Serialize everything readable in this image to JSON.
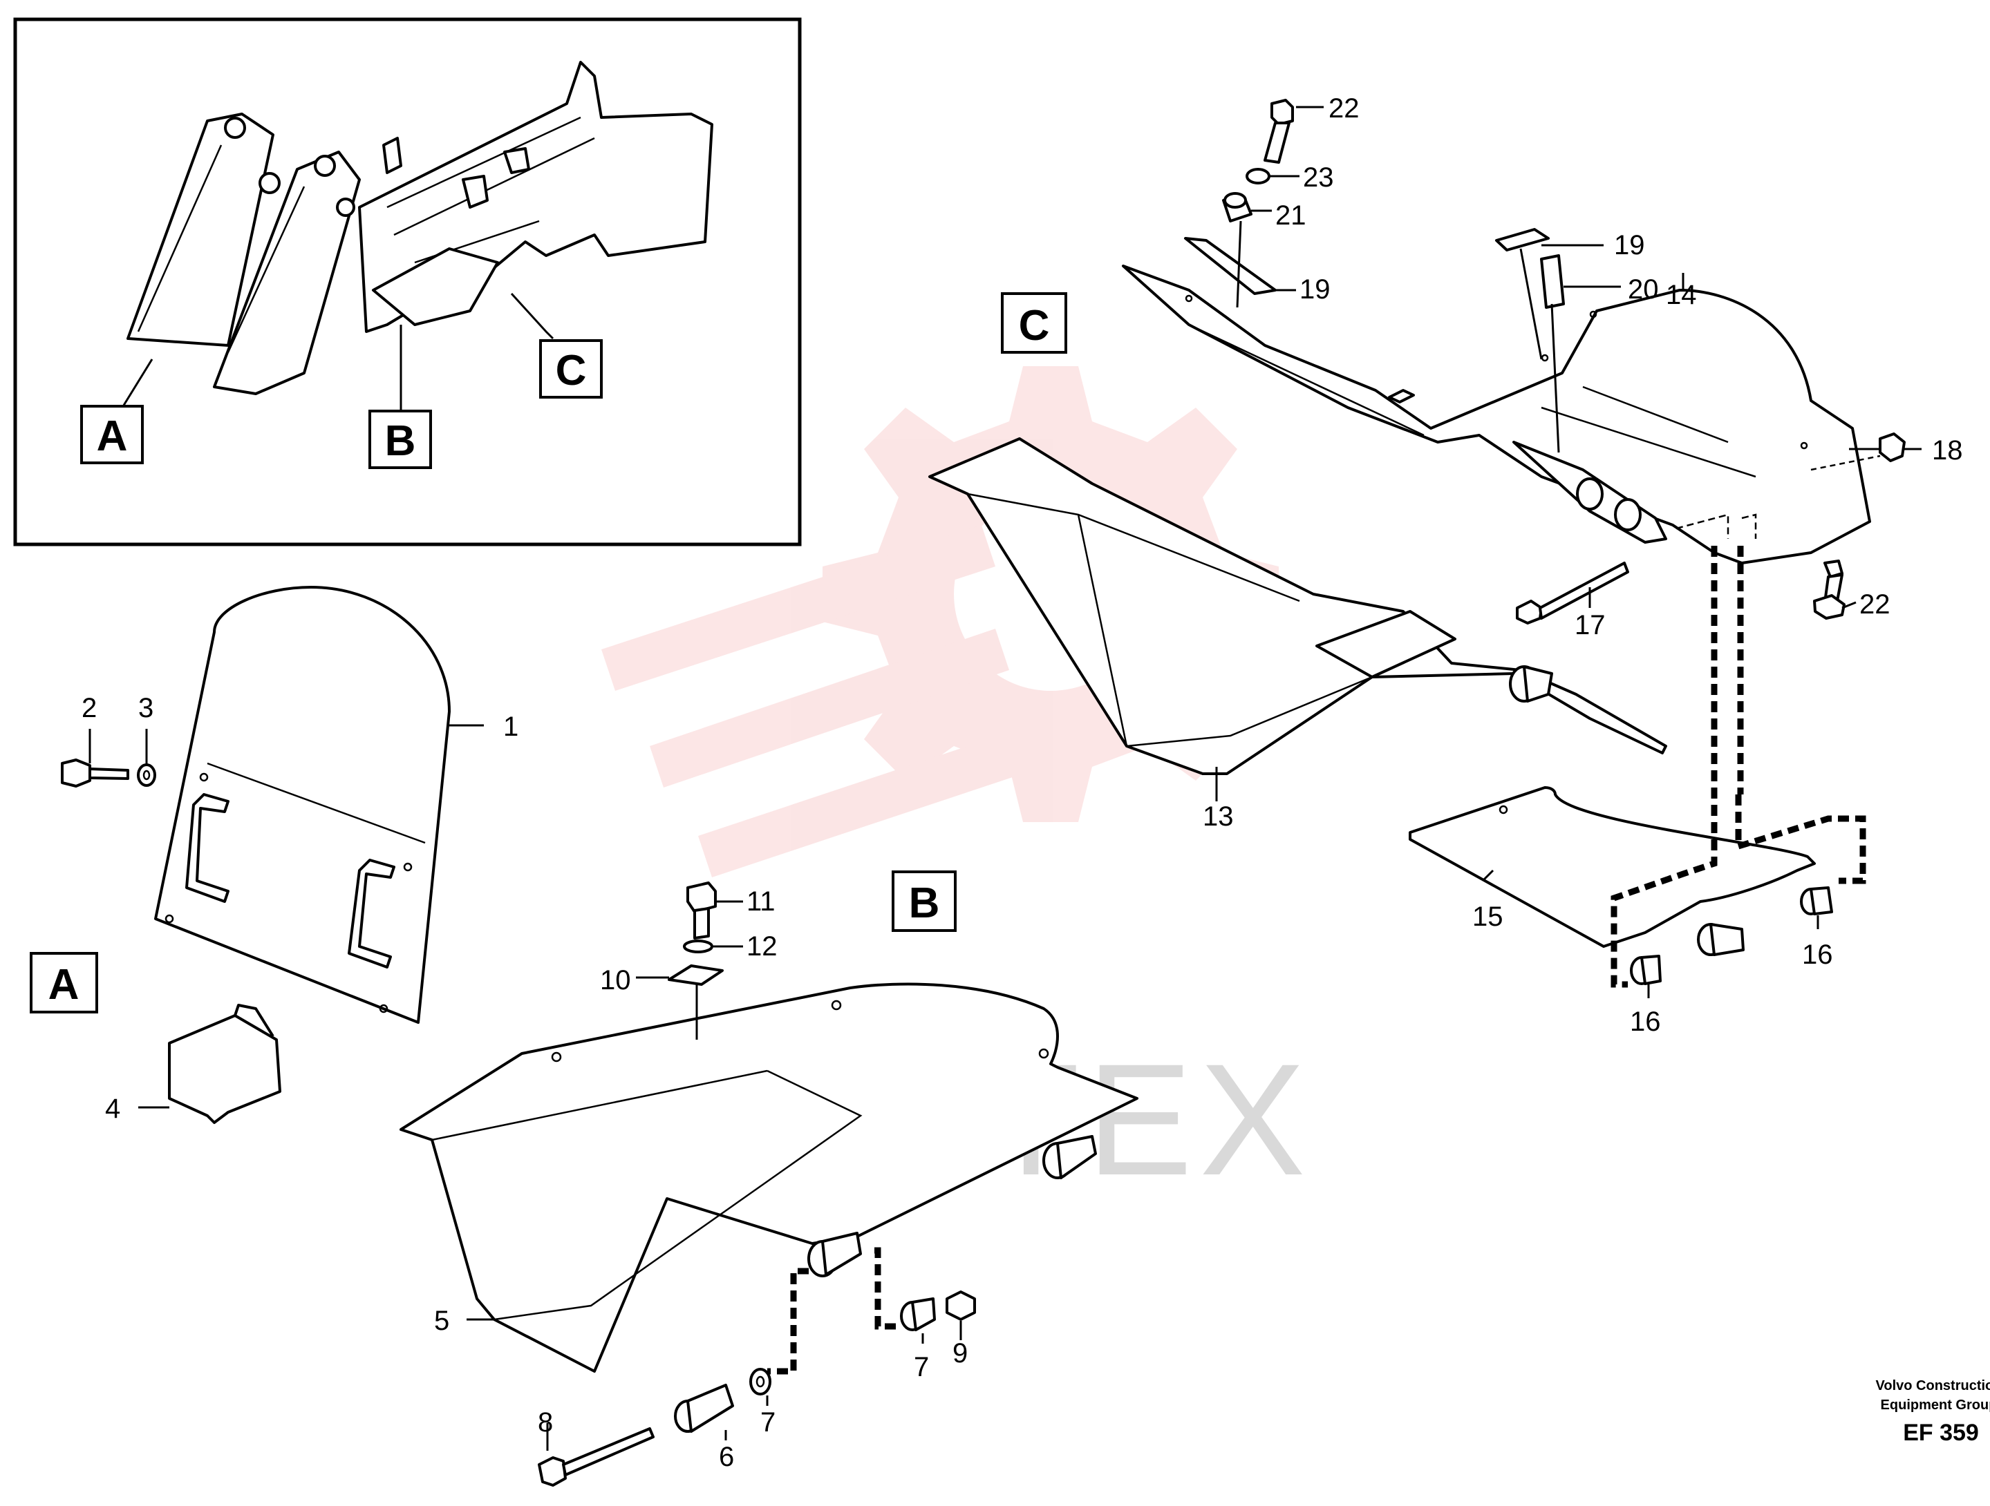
{
  "sections": {
    "a": "A",
    "b": "B",
    "c": "C"
  },
  "callouts": {
    "p1": "1",
    "p2": "2",
    "p3": "3",
    "p4": "4",
    "p5": "5",
    "p6": "6",
    "p7a": "7",
    "p7b": "7",
    "p8": "8",
    "p9": "9",
    "p10": "10",
    "p11": "11",
    "p12": "12",
    "p13": "13",
    "p14": "14",
    "p15": "15",
    "p16a": "16",
    "p16b": "16",
    "p17": "17",
    "p18": "18",
    "p19a": "19",
    "p19b": "19",
    "p20": "20",
    "p21": "21",
    "p22a": "22",
    "p22b": "22",
    "p23": "23"
  },
  "credit": {
    "line1": "Volvo Construction",
    "line2": "Equipment Group",
    "code": "EF 359"
  },
  "watermark": {
    "text": "ИНТЕХ",
    "color": "#f5b6b6"
  }
}
